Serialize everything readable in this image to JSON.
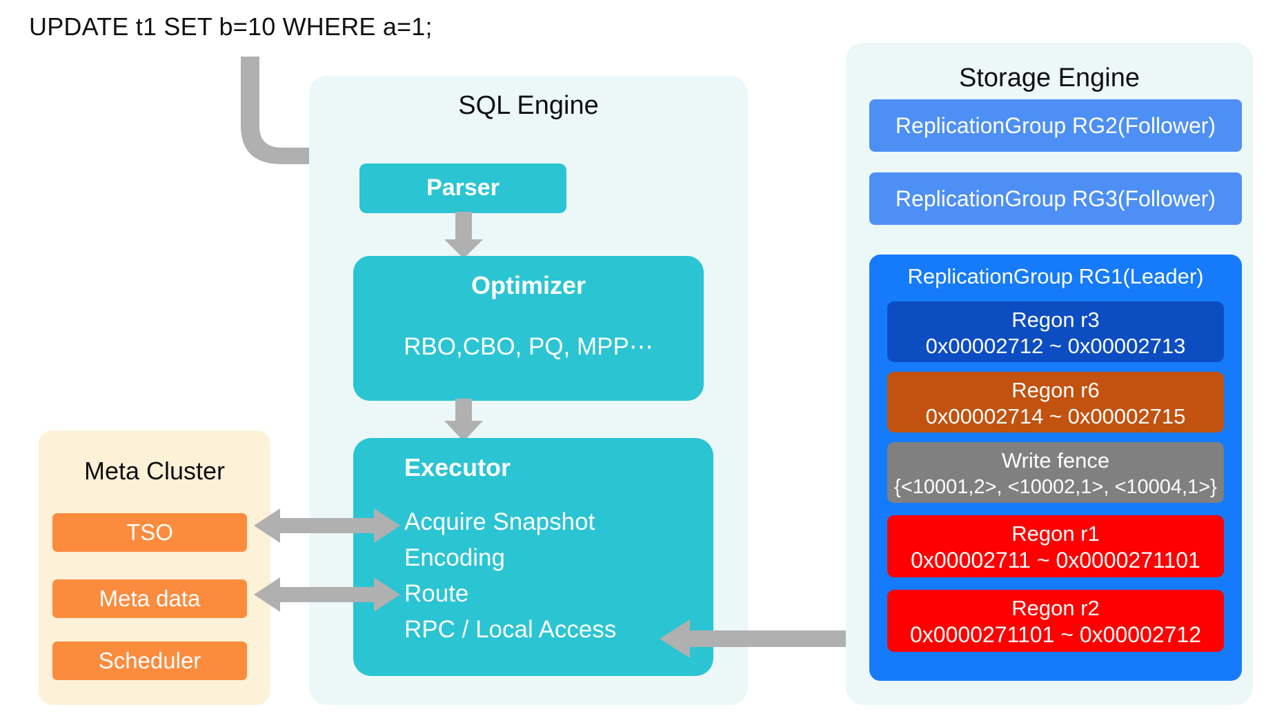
{
  "sql_statement": "UPDATE t1 SET b=10 WHERE a=1;",
  "colors": {
    "teal": "#2bc4d3",
    "panel_mint": "#ecf7f7",
    "panel_cream": "#fdf2d7",
    "orange_chip": "#fb8c3e",
    "blue_follower": "#4d8ff5",
    "blue_leader": "#167bfa",
    "blue_region": "#0d4dc2",
    "brown_region": "#c2520f",
    "gray_fence": "#808080",
    "red_region": "#fe0000",
    "arrow_gray": "#b0b0b0"
  },
  "sql_engine": {
    "title": "SQL Engine",
    "parser": {
      "label": "Parser"
    },
    "optimizer": {
      "title": "Optimizer",
      "subtitle": "RBO,CBO, PQ, MPP⋯"
    },
    "executor": {
      "title": "Executor",
      "steps": [
        "Acquire Snapshot",
        "Encoding",
        "Route",
        "RPC / Local Access"
      ]
    }
  },
  "meta_cluster": {
    "title": "Meta Cluster",
    "items": [
      {
        "label": "TSO"
      },
      {
        "label": "Meta data"
      },
      {
        "label": "Scheduler"
      }
    ]
  },
  "storage_engine": {
    "title": "Storage Engine",
    "followers": [
      {
        "label": "ReplicationGroup RG2(Follower)"
      },
      {
        "label": "ReplicationGroup RG3(Follower)"
      }
    ],
    "leader": {
      "label": "ReplicationGroup RG1(Leader)",
      "regions": [
        {
          "name": "Regon r3",
          "range": "0x00002712 ~ 0x00002713"
        },
        {
          "name": "Regon r6",
          "range": "0x00002714 ~ 0x00002715"
        },
        {
          "name": "Write fence",
          "range": "{<10001,2>, <10002,1>, <10004,1>}"
        },
        {
          "name": "Regon r1",
          "range": "0x00002711 ~ 0x0000271101"
        },
        {
          "name": "Regon r2",
          "range": "0x0000271101 ~ 0x00002712"
        }
      ]
    }
  }
}
